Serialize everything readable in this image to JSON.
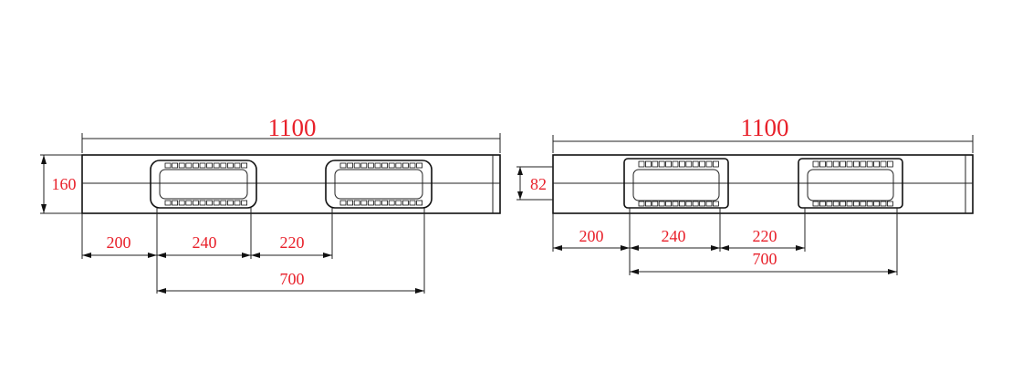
{
  "left_view": {
    "overall_length": "1100",
    "height": "160",
    "dim_a": "200",
    "dim_b": "240",
    "dim_c": "220",
    "dim_total": "700"
  },
  "right_view": {
    "overall_length": "1100",
    "height": "82",
    "dim_a": "200",
    "dim_b": "240",
    "dim_c": "220",
    "dim_total": "700"
  },
  "colors": {
    "dimension_text": "#e8202a",
    "lines": "#111111"
  }
}
